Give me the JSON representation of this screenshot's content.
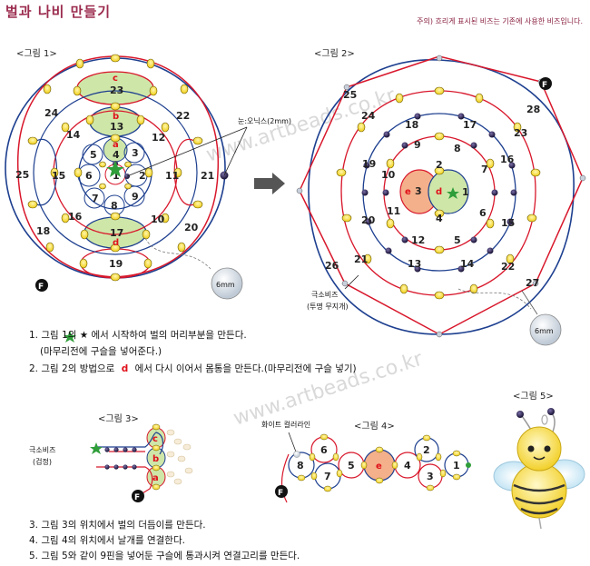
{
  "title": "벌과 나비 만들기",
  "note": "주의) 흐리게 표시된 비즈는 기존에 사용한 비즈입니다.",
  "watermark": "www.artbeads.co.kr",
  "figures": {
    "fig1": {
      "label": "<그림 1>",
      "numbers": [
        "1",
        "2",
        "3",
        "4",
        "5",
        "6",
        "7",
        "8",
        "9",
        "10",
        "11",
        "12",
        "13",
        "14",
        "15",
        "16",
        "17",
        "18",
        "19",
        "20",
        "21",
        "22",
        "23",
        "24",
        "25"
      ],
      "letters": [
        "a",
        "b",
        "c",
        "d"
      ],
      "onyx_label": "눈:오닉스(2mm)",
      "bead_size": "6mm",
      "finish_mark": "F"
    },
    "fig2": {
      "label": "<그림 2>",
      "numbers": [
        "1",
        "2",
        "3",
        "4",
        "5",
        "6",
        "7",
        "8",
        "9",
        "10",
        "11",
        "12",
        "13",
        "14",
        "15",
        "16",
        "17",
        "18",
        "19",
        "20",
        "21",
        "22",
        "23",
        "24",
        "25",
        "26",
        "27",
        "28"
      ],
      "letters": [
        "e",
        "d"
      ],
      "seed_label_line1": "극소비즈",
      "seed_label_line2": "(투명 무지개)",
      "bead_size": "6mm",
      "finish_mark": "F"
    },
    "fig3": {
      "label": "<그림 3>",
      "seed_label_line1": "극소비즈",
      "seed_label_line2": "(검정)",
      "letters": [
        "c",
        "b",
        "a"
      ],
      "finish_mark": "F"
    },
    "fig4": {
      "label": "<그림 4>",
      "white_label": "화이트 컬러라인",
      "numbers": [
        "8",
        "6",
        "7",
        "5",
        "e",
        "4",
        "3",
        "2",
        "1"
      ],
      "finish_mark": "F"
    },
    "fig5": {
      "label": "<그림 5>"
    }
  },
  "instructions": {
    "step1": "1. 그림 1의 ★ 에서 시작하여 벌의 머리부분을 만든다.",
    "step1b": "(마무리전에 구슬을 넣어준다.)",
    "step2a": "2. 그림 2의 방법으로",
    "step2_letter": "d",
    "step2b": "에서 다시 이어서 몸통을 만든다.(마무리전에 구슬 넣기)",
    "step3": "3. 그림 3의 위치에서 벌의 더듬이를 만든다.",
    "step4": "4. 그림 4의 위치에서 날개를 연결한다.",
    "step5": "5. 그림 5와 같이 9핀을 넣어둔 구슬에 통과시켜 연결고리를 만든다."
  },
  "colors": {
    "red_wire": "#d8172b",
    "blue_wire": "#1d3f8f",
    "yellow_bead": "#f3d422",
    "green_fill": "#cfe6a9",
    "orange_fill": "#f4b08a",
    "title": "#9b2c4f"
  }
}
